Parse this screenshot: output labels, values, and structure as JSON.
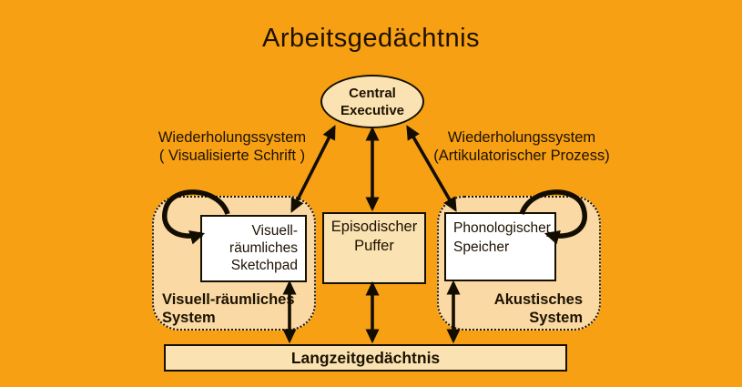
{
  "colors": {
    "background": "#F7A013",
    "panel_fill": "#FAD9A4",
    "node_fill": "#FAE2B2",
    "white_box": "#FFFFFF",
    "ink": "#1C1200",
    "arrow": "#130D00"
  },
  "title": "Arbeitsgedächtnis",
  "central_executive": {
    "line1": "Central",
    "line2": "Executive"
  },
  "rehearsal_left": {
    "line1": "Wiederholungssystem",
    "line2": "( Visualisierte Schrift )"
  },
  "rehearsal_right": {
    "line1": "Wiederholungssystem",
    "line2": "(Artikulatorischer Prozess)"
  },
  "visuospatial": {
    "box_lines": [
      "Visuell-",
      "räumliches",
      "Sketchpad"
    ],
    "system_line1": "Visuell-räumliches",
    "system_line2": "System"
  },
  "episodic_buffer": {
    "line1": "Episodischer",
    "line2": "Puffer"
  },
  "phonological": {
    "box_line1": "Phonologischer",
    "box_line2": "Speicher",
    "system_line1": "Akustisches",
    "system_line2": "System"
  },
  "long_term_memory": {
    "label": "Langzeitgedächtnis"
  },
  "arrows": {
    "type": "bidirectional",
    "connections": [
      "central-executive to visuospatial-sketchpad",
      "central-executive to episodic-buffer",
      "central-executive to phonological-store",
      "visuospatial-sketchpad to long-term-memory",
      "episodic-buffer to long-term-memory",
      "phonological-store to long-term-memory",
      "visuospatial-sketchpad self-loop",
      "phonological-store self-loop"
    ]
  }
}
